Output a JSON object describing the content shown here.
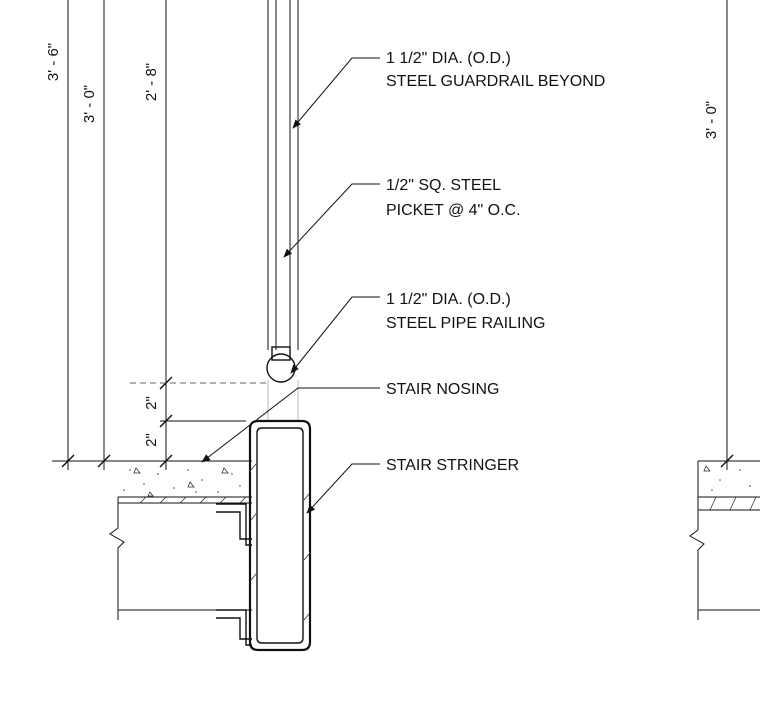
{
  "notes": {
    "guardrail": {
      "line1": "1 1/2\" DIA. (O.D.)",
      "line2": "STEEL GUARDRAIL BEYOND"
    },
    "picket": {
      "line1": "1/2\" SQ. STEEL",
      "line2": "PICKET @ 4\" O.C."
    },
    "pipe_railing": {
      "line1": "1 1/2\" DIA. (O.D.)",
      "line2": "STEEL PIPE RAILING"
    },
    "nosing": {
      "line1": "STAIR NOSING"
    },
    "stringer": {
      "line1": "STAIR STRINGER"
    }
  },
  "dimensions": {
    "overall_left": "3' - 6\"",
    "guard_height": "3' - 0\"",
    "rail_height": "2' - 8\"",
    "nosing_upper": "2\"",
    "nosing_lower": "2\"",
    "guard_height_right": "3' - 0\""
  }
}
